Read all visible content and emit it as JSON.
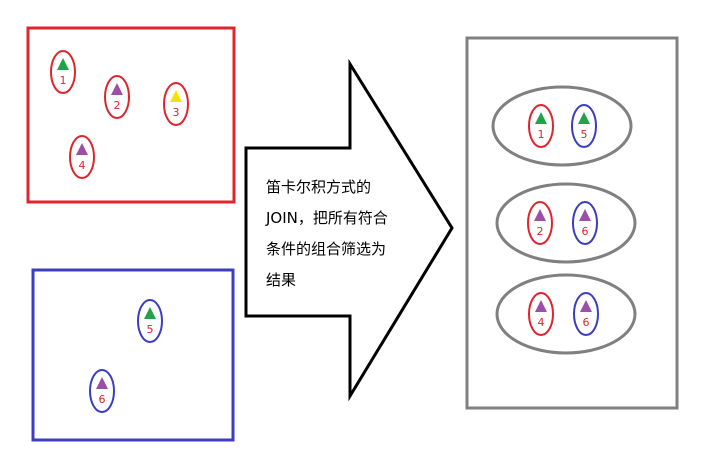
{
  "colors": {
    "red": "#e0242c",
    "blue": "#3c3cc0",
    "gray": "#808080",
    "green_triangle": "#22a34a",
    "purple_triangle": "#9b4fa6",
    "yellow_triangle": "#f2e600",
    "label_red": "#e0242c"
  },
  "red_set": {
    "items": [
      {
        "label": "1",
        "triangle_color": "green_triangle",
        "ring_color": "red"
      },
      {
        "label": "2",
        "triangle_color": "purple_triangle",
        "ring_color": "red"
      },
      {
        "label": "3",
        "triangle_color": "yellow_triangle",
        "ring_color": "red"
      },
      {
        "label": "4",
        "triangle_color": "purple_triangle",
        "ring_color": "red"
      }
    ]
  },
  "blue_set": {
    "items": [
      {
        "label": "5",
        "triangle_color": "green_triangle",
        "ring_color": "blue"
      },
      {
        "label": "6",
        "triangle_color": "purple_triangle",
        "ring_color": "blue"
      }
    ]
  },
  "arrow_caption": {
    "lines": [
      "笛卡尔积方式的",
      "JOIN，把所有符合",
      "条件的组合筛选为",
      "结果"
    ]
  },
  "result_set": {
    "pairs": [
      {
        "left": {
          "label": "1",
          "triangle_color": "green_triangle",
          "ring_color": "red"
        },
        "right": {
          "label": "5",
          "triangle_color": "green_triangle",
          "ring_color": "blue"
        }
      },
      {
        "left": {
          "label": "2",
          "triangle_color": "purple_triangle",
          "ring_color": "red"
        },
        "right": {
          "label": "6",
          "triangle_color": "purple_triangle",
          "ring_color": "blue"
        }
      },
      {
        "left": {
          "label": "4",
          "triangle_color": "purple_triangle",
          "ring_color": "red"
        },
        "right": {
          "label": "6",
          "triangle_color": "purple_triangle",
          "ring_color": "blue"
        }
      }
    ]
  }
}
